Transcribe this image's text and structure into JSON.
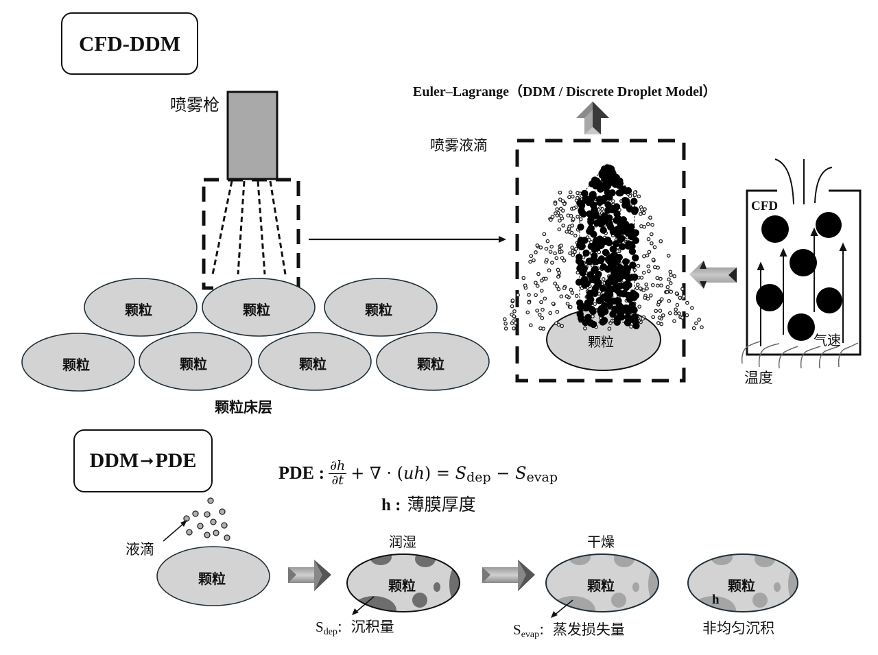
{
  "top_section": {
    "title": "CFD-DDM",
    "spray_gun_label": "喷雾枪",
    "bed_label": "颗粒床层",
    "particle_label": "颗粒",
    "particles_count": 7,
    "model_header": "Euler–Lagrange（DDM / Discrete Droplet Model）",
    "spray_droplets_label": "喷雾液滴",
    "zoom_particle_label": "颗粒",
    "cfd_box": {
      "title": "CFD",
      "velocity_label": "气速",
      "temperature_label": "温度"
    }
  },
  "bottom_section": {
    "title_left": "DDM",
    "title_right": "PDE",
    "title_arrow": "➞",
    "equation": {
      "prefix": "PDE :",
      "numerator": "∂h",
      "denominator": "∂t",
      "rest_1": "+ ∇ · (",
      "u": "u",
      "h": "h",
      "rest_2": ") = ",
      "S1": "S",
      "sub1": "dep",
      "minus": " − ",
      "S2": "S",
      "sub2": "evap"
    },
    "h_def_key": "h :",
    "h_def_value": "薄膜厚度",
    "droplet_label": "液滴",
    "stages": [
      {
        "title": "",
        "particle": "颗粒"
      },
      {
        "title": "润湿",
        "particle": "颗粒",
        "annotation_S": "S",
        "annotation_sub": "dep",
        "annotation_text": "沉积量"
      },
      {
        "title": "干燥",
        "particle": "颗粒",
        "annotation_S": "S",
        "annotation_sub": "evap",
        "annotation_text": "蒸发损失量"
      },
      {
        "title": "",
        "particle": "颗粒",
        "h_mark": "h",
        "caption": "非均匀沉积"
      }
    ]
  },
  "colors": {
    "particle_fill": "#d3d3d3",
    "particle_stroke": "#1e2e38",
    "gun_fill": "#a9a9a9",
    "wet_spot": "#6e6e6e",
    "dry_spot": "#a5a5a5",
    "arrow_light": "#b8b8b8",
    "arrow_dark": "#3a3a3a"
  }
}
